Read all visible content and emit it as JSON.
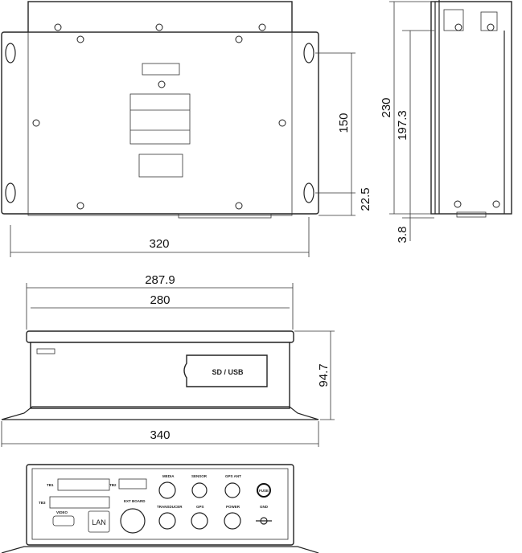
{
  "top_view": {
    "dimensions": {
      "width": "320",
      "hole_spacing": "150",
      "hole_offset": "22.5"
    }
  },
  "side_view": {
    "dimensions": {
      "height": "230",
      "inner_height": "197.3",
      "offset": "3.8"
    }
  },
  "front_view": {
    "dimensions": {
      "overall": "287.9",
      "inner": "280",
      "height": "94.7",
      "base": "340"
    },
    "slot_label": "SD / USB"
  },
  "rear_view": {
    "labels": {
      "tb1": "TB1",
      "tb2": "TB2",
      "tb3": "TB3",
      "video": "VIDEO",
      "lan": "LAN",
      "ext_board": "EXT BOARD",
      "media": "MEDIA",
      "transducer": "TRANSDUCER",
      "sensor": "SENSOR",
      "gps": "GPS",
      "gps_ant": "GPS ANT",
      "power": "POWER",
      "fuse": "FUSE",
      "gnd": "GND"
    }
  }
}
